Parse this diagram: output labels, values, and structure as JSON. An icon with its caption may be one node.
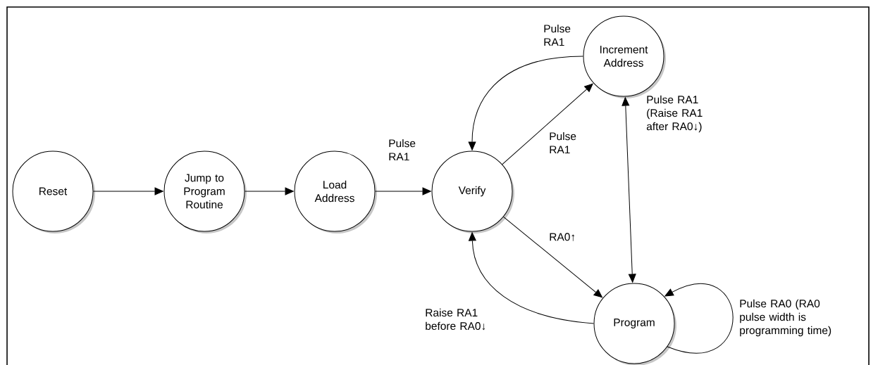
{
  "diagram": {
    "nodes": [
      {
        "text": [
          "Reset"
        ]
      },
      {
        "text": [
          "Jump to Program Routine"
        ]
      },
      {
        "text": [
          "Load Address"
        ]
      },
      {
        "text": [
          "Verify"
        ]
      },
      {
        "text": [
          "Increment Address"
        ]
      },
      {
        "text": [
          "Program"
        ]
      }
    ],
    "edges": [
      {
        "from": 0,
        "to": 1,
        "arrow": "to"
      },
      {
        "from": 1,
        "to": 2,
        "arrow": "to"
      },
      {
        "from": 2,
        "to": 3,
        "arrow": "to",
        "label": "Pulse RA1"
      },
      {
        "from": 3,
        "to": 4,
        "arrow": "to",
        "label": "Pulse RA1"
      },
      {
        "from": 4,
        "to": 3,
        "arrow": "to",
        "label": "Pulse RA1"
      },
      {
        "from": 4,
        "to": 5,
        "arrow": "both",
        "label": "Pulse RA1 (Raise RA1 after RA0↓)"
      },
      {
        "from": 3,
        "to": 5,
        "arrow": "to",
        "label": "RA0↑"
      },
      {
        "from": 5,
        "to": 3,
        "arrow": "to",
        "label": "Raise RA1 before RA0↓"
      },
      {
        "from": 5,
        "to": 5,
        "arrow": "to",
        "label": "Pulse RA0 (RA0 pulse width is programming time)"
      }
    ]
  }
}
